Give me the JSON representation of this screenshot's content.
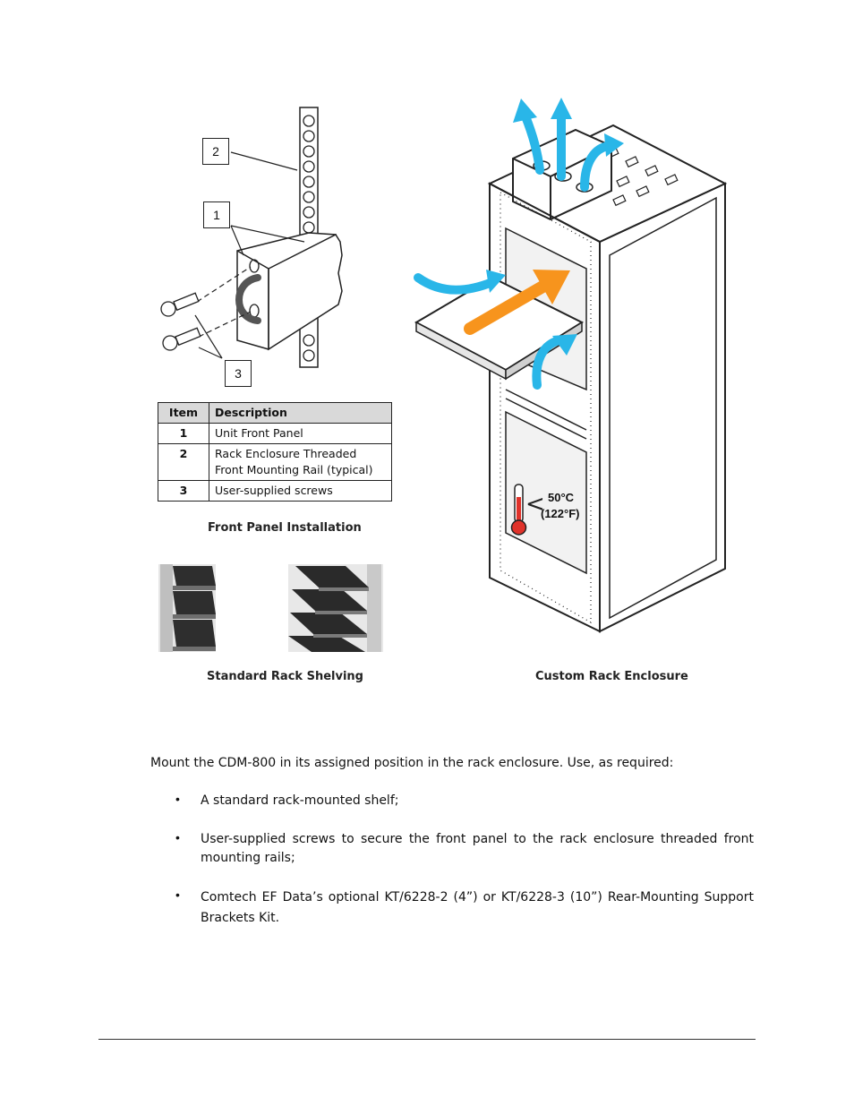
{
  "figure": {
    "callouts": [
      "1",
      "2",
      "3"
    ],
    "table": {
      "headers": [
        "Item",
        "Description"
      ],
      "rows": [
        {
          "item": "1",
          "lines": [
            "Unit Front Panel"
          ]
        },
        {
          "item": "2",
          "lines": [
            "Rack Enclosure Threaded",
            "Front Mounting Rail (typical)"
          ]
        },
        {
          "item": "3",
          "lines": [
            "User-supplied screws"
          ]
        }
      ]
    },
    "captions": {
      "front_panel": "Front Panel Installation",
      "shelving": "Standard Rack Shelving",
      "enclosure": "Custom Rack Enclosure"
    },
    "temperature": {
      "celsius": "50°C",
      "fahrenheit": "(122°F)",
      "symbol": "<"
    },
    "colors": {
      "airflow_blue": "#29b6e8",
      "heat_orange": "#f7941d",
      "thermometer_red": "#e0322a"
    }
  },
  "body": {
    "intro": "Mount the CDM-800 in its assigned position in the rack enclosure. Use, as required:",
    "bullets": [
      "A standard rack-mounted shelf;",
      "User-supplied screws to secure the front panel to the rack enclosure threaded front mounting rails;",
      "Comtech EF Data’s optional KT/6228-2 (4”) or KT/6228-3 (10”) Rear-Mounting Support Brackets Kit."
    ]
  }
}
